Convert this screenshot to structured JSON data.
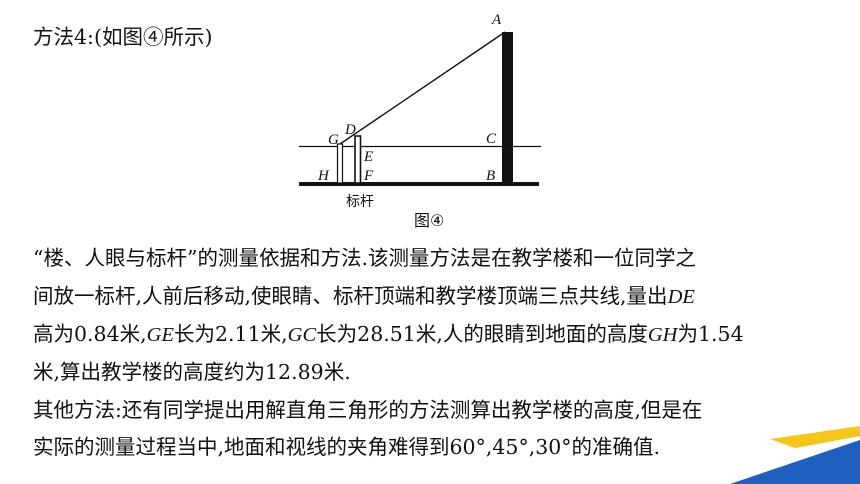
{
  "heading": "方法4:(如图④所示)",
  "figure": {
    "labels": {
      "A": "A",
      "C": "C",
      "B": "B",
      "G": "G",
      "D": "D",
      "E": "E",
      "H": "H",
      "F": "F"
    },
    "pole_caption": "标杆",
    "caption": "图④"
  },
  "paragraph1": {
    "line1": "“楼、人眼与标杆”的测量依据和方法.该测量方法是在教学楼和一位同学之",
    "line2": "间放一标杆,人前后移动,使眼睛、标杆顶端和教学楼顶端三点共线,量出",
    "line2_var": "DE",
    "line3": [
      {
        "t": "高为0.84米,"
      },
      {
        "v": "GE"
      },
      {
        "t": "长为2.11米,"
      },
      {
        "v": "GC"
      },
      {
        "t": "长为28.51米,人的眼睛到地面的高度"
      },
      {
        "v": "GH"
      },
      {
        "t": "为1.54"
      }
    ],
    "line4": "米,算出教学楼的高度约为12.89米."
  },
  "paragraph2": {
    "line1": "其他方法:还有同学提出用解直角三角形的方法测算出教学楼的高度,但是在",
    "line2": "实际的测量过程当中,地面和视线的夹角难得到60°,45°,30°的准确值."
  },
  "colors": {
    "accent_blue": "#1f5fbf",
    "accent_yellow": "#f5c518"
  }
}
